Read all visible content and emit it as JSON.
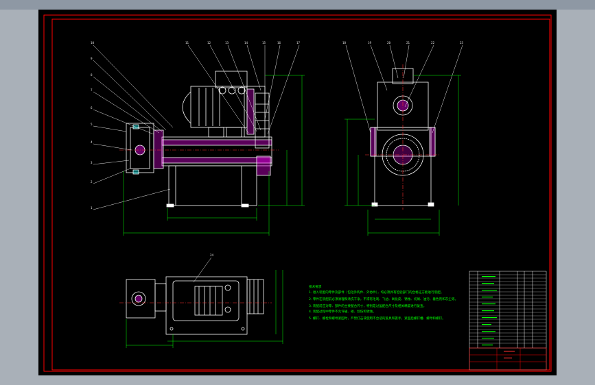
{
  "front_view": {
    "part_numbers": [
      "10",
      "9",
      "8",
      "7",
      "6",
      "5",
      "4",
      "3",
      "2",
      "1",
      "11",
      "12",
      "13",
      "14",
      "15",
      "16",
      "17"
    ]
  },
  "side_view": {
    "part_numbers": [
      "18",
      "19",
      "20",
      "21",
      "22",
      "23"
    ]
  },
  "top_view": {
    "part_numbers": [
      "24"
    ]
  },
  "tech_requirements": {
    "title": "技术要求",
    "lines": [
      "1. 进入装配的零件及部件（包括外购件、外协件），均必须具有检验部门的合格证方能进行装配。",
      "2. 零件在装配前必须清理和清洗干净，不得有毛刺、飞边、氧化皮、锈蚀、切屑、油污、着色剂和灰尘等。",
      "3. 装配前应对零、部件的主要配合尺寸，特别是过盈配合尺寸及相关精度进行复查。",
      "4. 装配过程中零件不允许磕、碰、划伤和锈蚀。",
      "5. 螺钉、螺栓和螺母紧固时，严禁打击或使用不合适的旋具和扳手，紧固后螺钉槽、螺母和螺钉。"
    ]
  },
  "colors": {
    "frame": "#ff0000",
    "outline": "#ffffff",
    "dimension": "#00ff00",
    "centerline": "#ff3030",
    "hatch": "#ff00ff",
    "accent": "#00ffff",
    "cad_background": "#000000",
    "viewer_background": "#a9b0b8"
  }
}
